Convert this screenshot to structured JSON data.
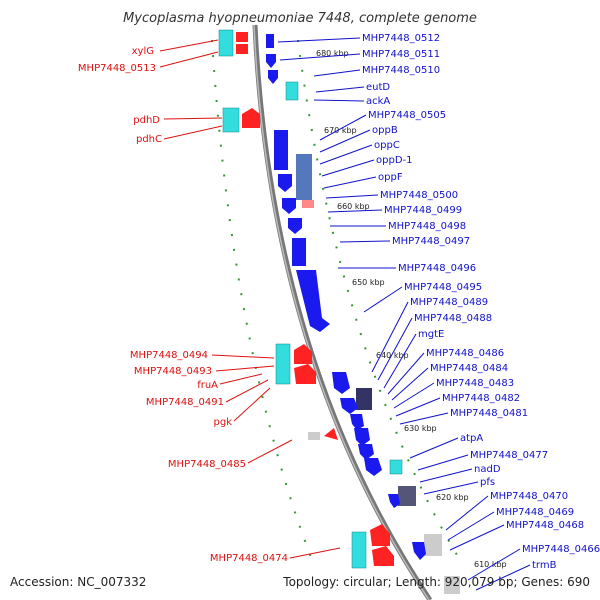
{
  "title": "Mycoplasma hyopneumoniae 7448, complete genome",
  "accession": "Accession: NC_007332",
  "summary": "Topology: circular; Length: 920,079 bp; Genes: 690",
  "colors": {
    "reverse_label": "#dd1111",
    "forward_label": "#1111cc",
    "reverse_gene": "#ff2222",
    "forward_gene": "#1a1aee",
    "rna_gene": "#33dddd",
    "backbone": "#888888",
    "gc_dots": "#339933"
  },
  "scale_ticks": [
    "680 kbp",
    "670 kbp",
    "660 kbp",
    "650 kbp",
    "640 kbp",
    "630 kbp",
    "620 kbp",
    "610 kbp"
  ],
  "reverse_genes": [
    "xylG",
    "MHP7448_0513",
    "pdhD",
    "pdhC",
    "MHP7448_0494",
    "MHP7448_0493",
    "fruA",
    "MHP7448_0491",
    "pgk",
    "MHP7448_0485",
    "MHP7448_0474"
  ],
  "forward_genes": [
    "MHP7448_0512",
    "MHP7448_0511",
    "MHP7448_0510",
    "eutD",
    "ackA",
    "MHP7448_0505",
    "oppB",
    "oppC",
    "oppD-1",
    "oppF",
    "MHP7448_0500",
    "MHP7448_0499",
    "MHP7448_0498",
    "MHP7448_0497",
    "MHP7448_0496",
    "MHP7448_0495",
    "MHP7448_0489",
    "MHP7448_0488",
    "mgtE",
    "MHP7448_0486",
    "MHP7448_0484",
    "MHP7448_0483",
    "MHP7448_0482",
    "MHP7448_0481",
    "atpA",
    "MHP7448_0477",
    "nadD",
    "pfs",
    "MHP7448_0470",
    "MHP7448_0469",
    "MHP7448_0468",
    "MHP7448_0466",
    "trmB"
  ]
}
